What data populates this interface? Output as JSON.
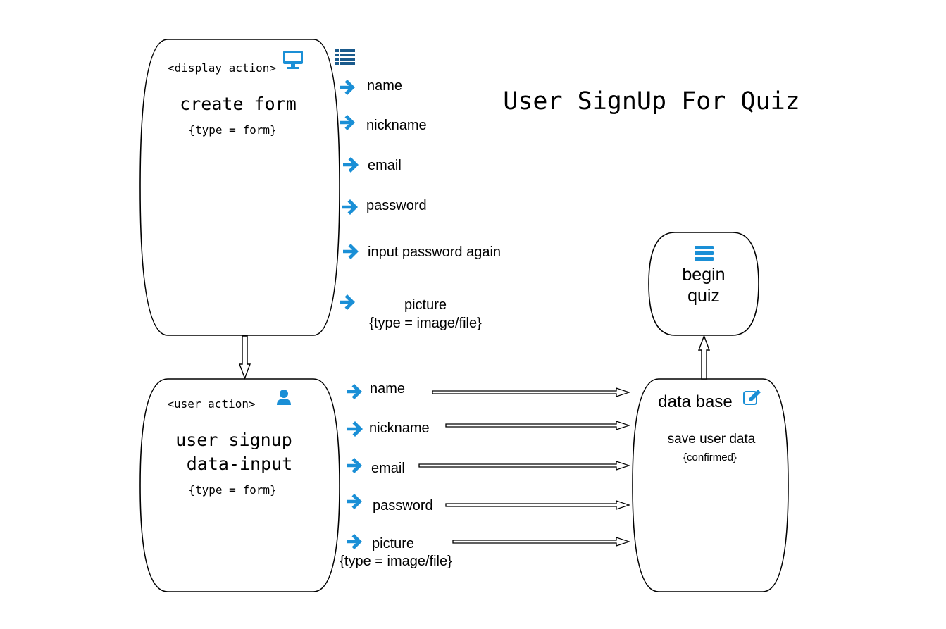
{
  "title": "User SignUp For Quiz",
  "display_box": {
    "tag": "<display action>",
    "title": "create form",
    "type": "{type = form}",
    "icon": "monitor-icon"
  },
  "list_icon": "list-icon",
  "display_fields": [
    "name",
    "nickname",
    "email",
    "password",
    "input password again",
    "picture"
  ],
  "display_picture_type": "{type = image/file}",
  "user_box": {
    "tag": "<user action>",
    "title_line1": "user signup",
    "title_line2": "data-input",
    "type": "{type = form}",
    "icon": "user-icon"
  },
  "user_fields": [
    "name",
    "nickname",
    "email",
    "password",
    "picture"
  ],
  "user_picture_type": "{type = image/file}",
  "database_box": {
    "title": "data base",
    "action": "save user data",
    "status": "{confirmed}",
    "icon": "edit-icon"
  },
  "quiz_box": {
    "line1": "begin",
    "line2": "quiz",
    "icon": "server-icon"
  },
  "colors": {
    "accent": "#1a8fd6",
    "stroke": "#000000"
  }
}
